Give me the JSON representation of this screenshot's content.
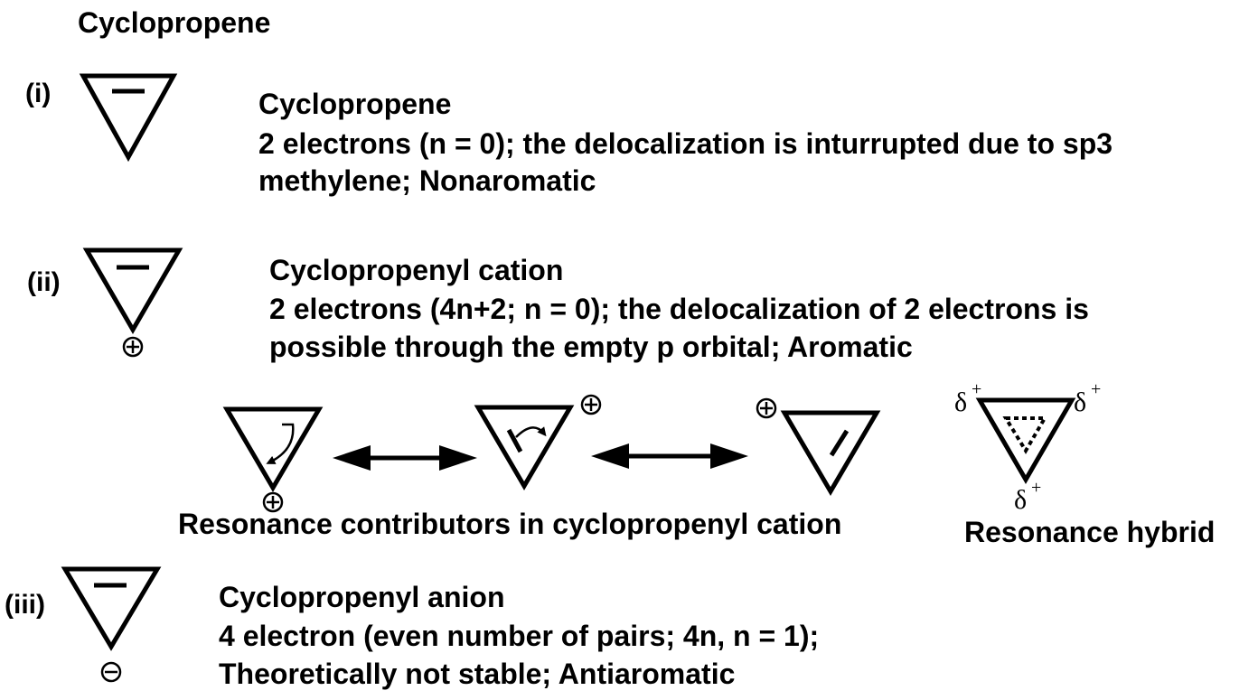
{
  "title": "Cyclopropene",
  "sections": [
    {
      "label": "(i)",
      "lines": [
        "Cyclopropene",
        "2 electrons (n = 0); the delocalization is inturrupted due to sp3",
        "methylene; Nonaromatic"
      ]
    },
    {
      "label": "(ii)",
      "lines": [
        "Cyclopropenyl cation",
        "2 electrons (4n+2; n = 0); the delocalization of 2 electrons is",
        "possible through the empty p orbital; Aromatic"
      ]
    },
    {
      "label": "(iii)",
      "lines": [
        "Cyclopropenyl anion",
        "4 electron (even number of pairs; 4n, n = 1);",
        "Theoretically not stable; Antiaromatic"
      ]
    }
  ],
  "resonance": {
    "contributors_caption": "Resonance contributors in cyclopropenyl cation",
    "hybrid_caption": "Resonance hybrid",
    "delta": "δ",
    "plus": "+"
  }
}
